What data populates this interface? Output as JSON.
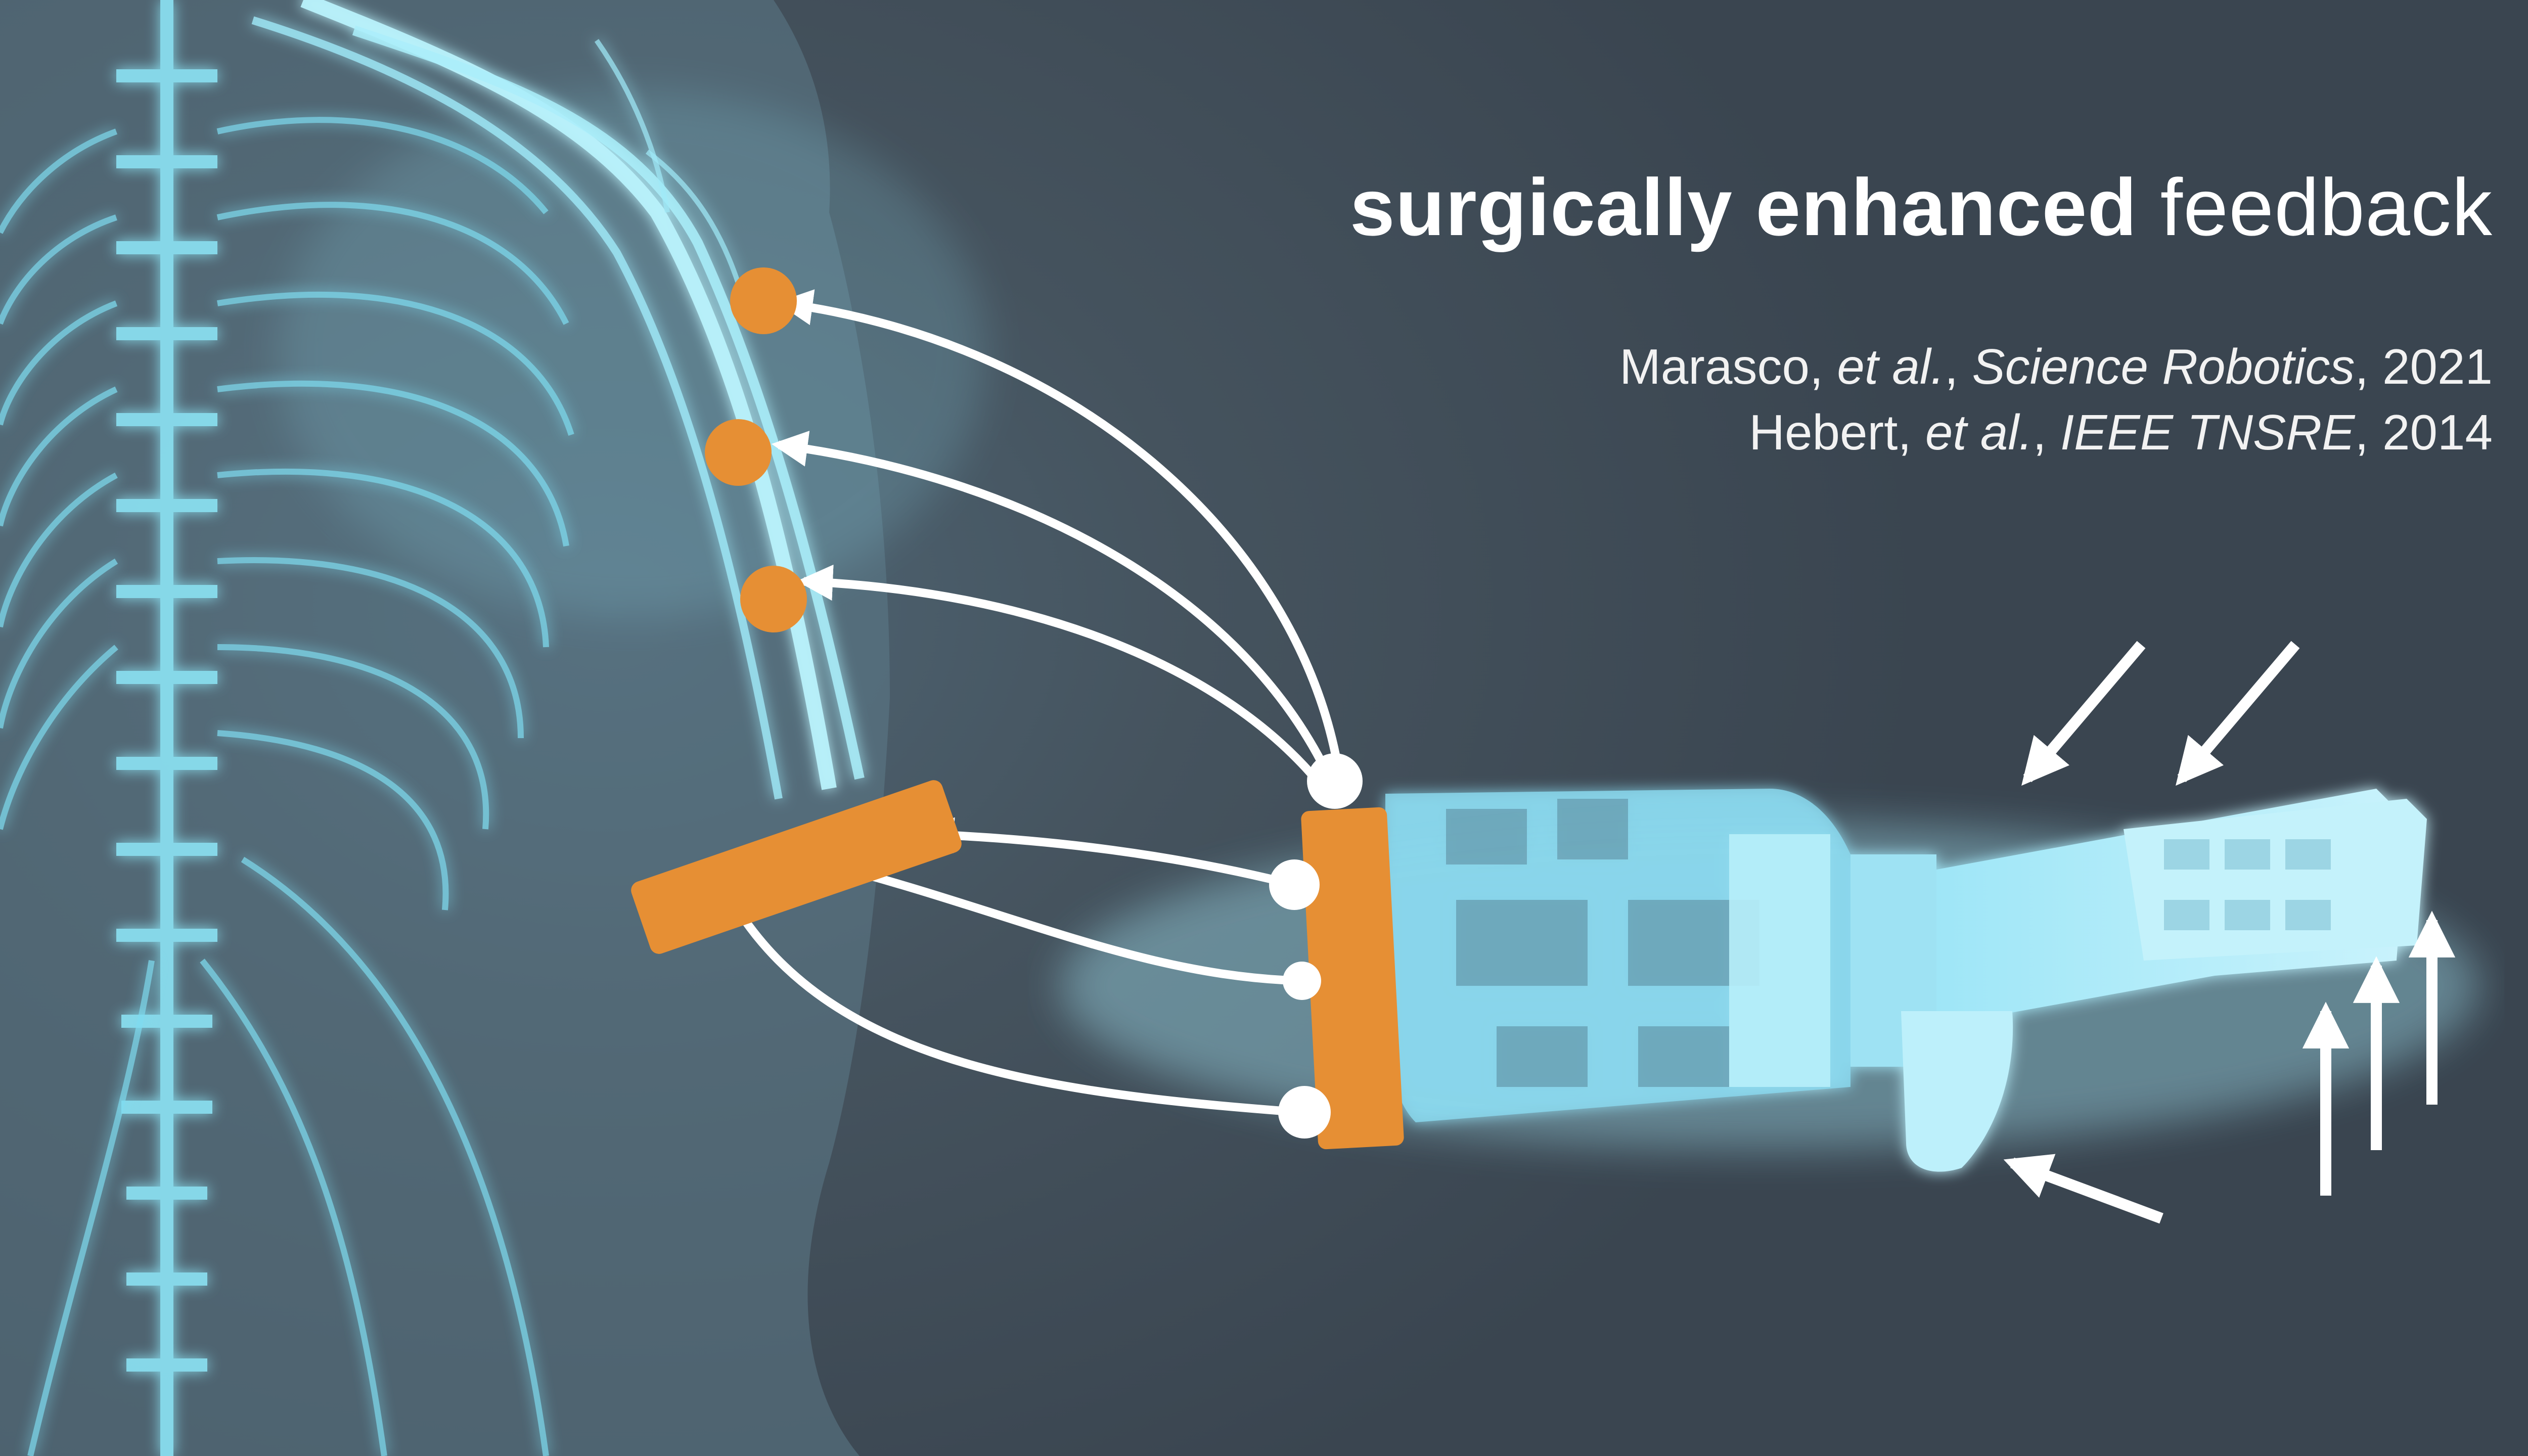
{
  "title": {
    "bold": "surgically enhanced",
    "regular": "feedback"
  },
  "references": [
    {
      "author": "Marasco,",
      "etal": "et al.",
      "comma1": ",",
      "journal": "Science Robotics",
      "comma2": ",",
      "year": "2021"
    },
    {
      "author": "Hebert,",
      "etal": "et al.",
      "comma1": ",",
      "journal": "IEEE TNSRE",
      "comma2": ",",
      "year": "2014"
    }
  ],
  "colors": {
    "background": "#45535e",
    "nerve_glow": "#7fe0f4",
    "electrode_orange": "#e68f34",
    "arrow_white": "#ffffff"
  },
  "icons": [
    "glowing-torso-nerves",
    "prosthetic-hand",
    "electrode-pad",
    "sensor-contact",
    "force-arrow"
  ]
}
